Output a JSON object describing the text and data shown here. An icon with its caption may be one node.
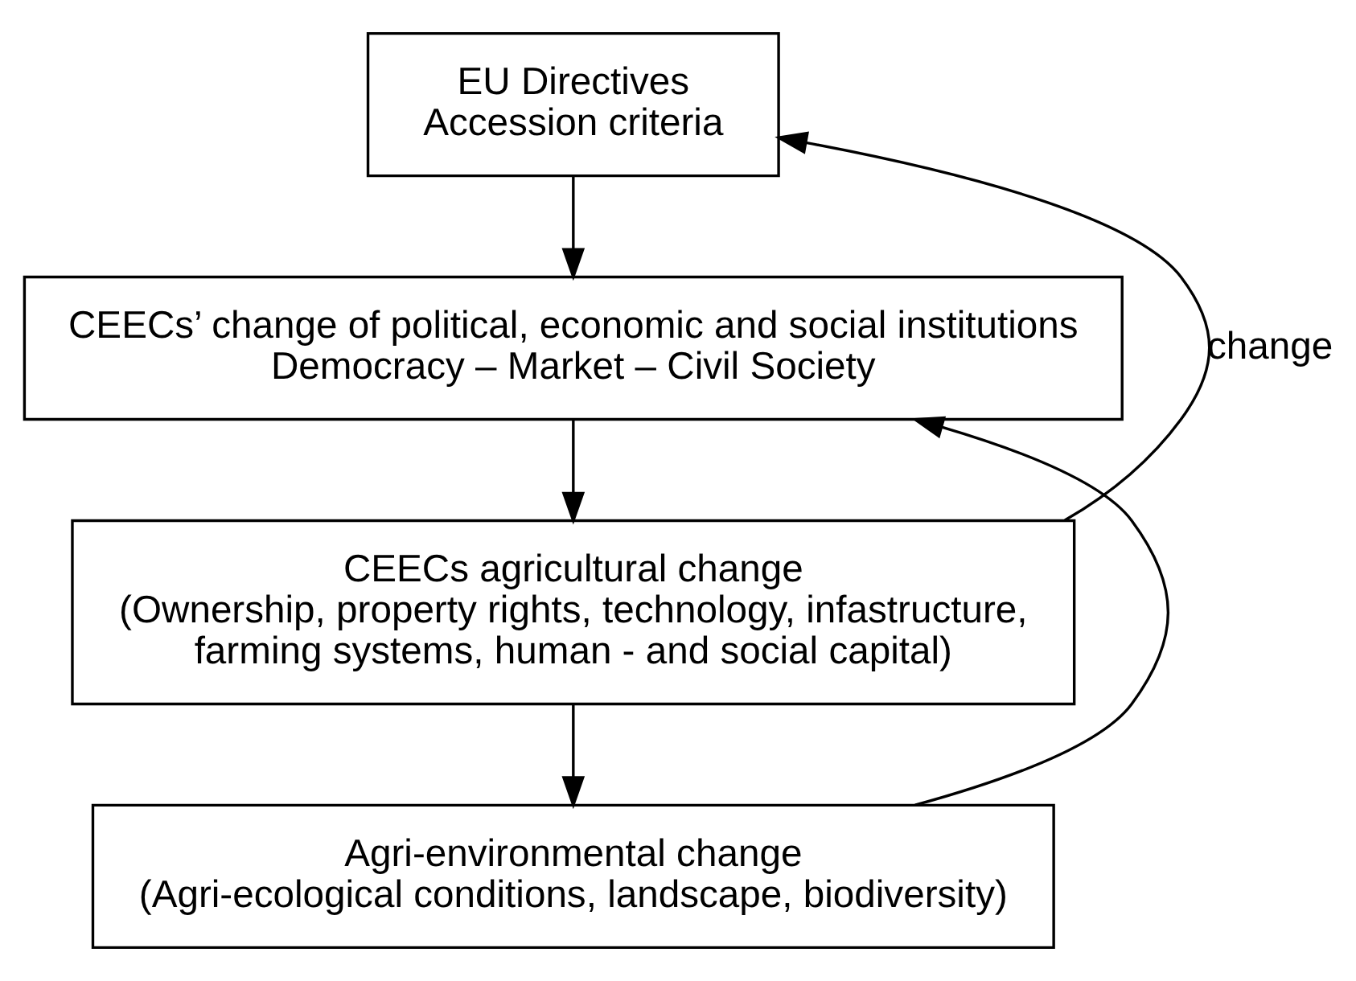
{
  "diagram": {
    "nodes": [
      {
        "text": [
          "EU Directives Accession criteria"
        ]
      },
      {
        "text": [
          "CEECs’ change of political, economic and social institutions",
          "Democracy – Market – Civil Society"
        ]
      },
      {
        "text": [
          "CEECs agricultural change",
          "(Ownership, property rights, technology, infastructure, farming systems, human - and social capital)"
        ]
      },
      {
        "text": [
          "Agri-environmental change",
          "(Agri-ecological conditions, landscape, biodiversity)"
        ]
      }
    ],
    "edges": [
      {
        "from": 0,
        "to": 1,
        "arrow": "to"
      },
      {
        "from": 1,
        "to": 2,
        "arrow": "to"
      },
      {
        "from": 2,
        "to": 3,
        "arrow": "to"
      },
      {
        "from": 3,
        "to": 1,
        "arrow": "to"
      },
      {
        "from": 2,
        "to": 0,
        "arrow": "to",
        "label": "change"
      }
    ]
  }
}
